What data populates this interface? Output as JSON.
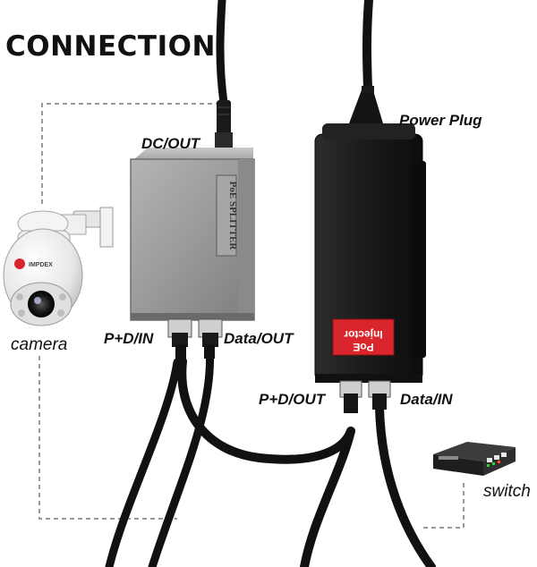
{
  "title": "CONNECTION",
  "labels": {
    "dc_out": "DC/OUT",
    "power_plug": "Power Plug",
    "pd_in": "P+D/IN",
    "data_out": "Data/OUT",
    "pd_out": "P+D/OUT",
    "data_in": "Data/IN",
    "camera": "camera",
    "switch": "switch"
  },
  "device_text": {
    "splitter_brand": "PoE SPLITTER",
    "injector_line1": "Injector",
    "injector_line2": "PoE",
    "camera_brand": "IMPDEX"
  },
  "colors": {
    "cable": "#111111",
    "dashed_line": "#9a9a9a",
    "splitter_body": "#9c9c9c",
    "injector_body": "#1c1c1c",
    "injector_label_bg": "#d9262c",
    "switch_body": "#2a2a2a"
  }
}
